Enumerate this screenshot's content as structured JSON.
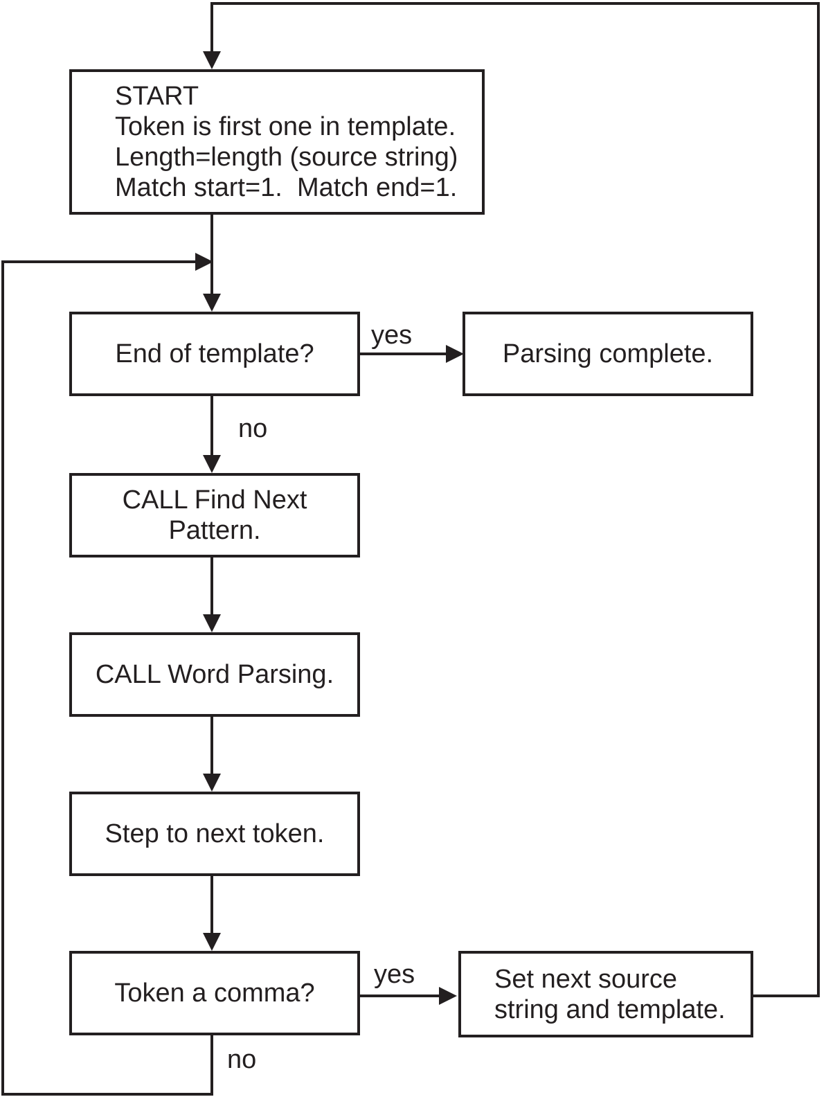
{
  "diagram": {
    "type": "flowchart",
    "colors": {
      "line": "#231f20",
      "background": "#ffffff"
    },
    "nodes": {
      "start": {
        "lines": [
          "START",
          "Token is first one in template.",
          "Length=length (source string)",
          "Match start=1.  Match end=1."
        ]
      },
      "end_of_template": {
        "label": "End of template?"
      },
      "parsing_complete": {
        "label": "Parsing complete."
      },
      "find_next_pattern": {
        "lines": [
          "CALL Find Next",
          "Pattern."
        ]
      },
      "word_parsing": {
        "label": "CALL Word Parsing."
      },
      "step_to_next_token": {
        "label": "Step to next token."
      },
      "token_a_comma": {
        "label": "Token a comma?"
      },
      "set_next_source": {
        "lines": [
          "Set next source",
          "string and template."
        ]
      }
    },
    "edge_labels": {
      "end_of_template_yes": "yes",
      "end_of_template_no": "no",
      "token_a_comma_yes": "yes",
      "token_a_comma_no": "no"
    }
  }
}
